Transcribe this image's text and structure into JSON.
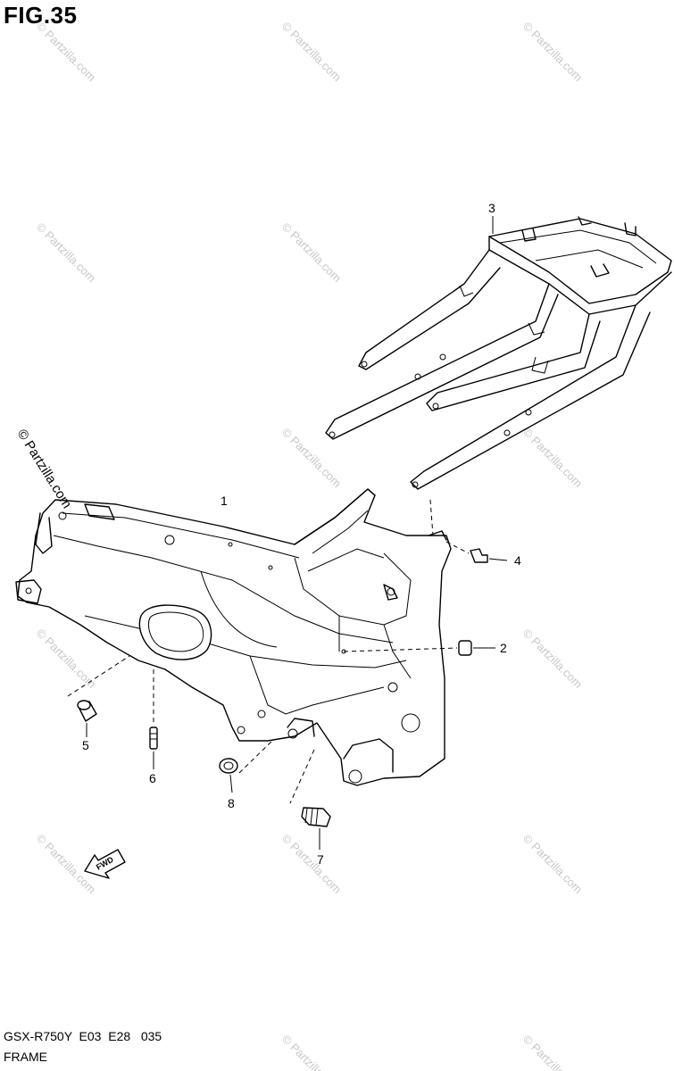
{
  "figure": {
    "title": "FIG.35",
    "model_code": "GSX-R750Y  E03  E28   035",
    "name": "FRAME"
  },
  "watermark": {
    "text": "© Partzilla.com",
    "side_text": "© Partzilla.com"
  },
  "callouts": [
    {
      "id": "1",
      "label": "1",
      "part": "frame"
    },
    {
      "id": "2",
      "label": "2",
      "part": "cap"
    },
    {
      "id": "3",
      "label": "3",
      "part": "seat-rail"
    },
    {
      "id": "4",
      "label": "4",
      "part": "bolt"
    },
    {
      "id": "5",
      "label": "5",
      "part": "bushing"
    },
    {
      "id": "6",
      "label": "6",
      "part": "pin"
    },
    {
      "id": "7",
      "label": "7",
      "part": "plug"
    },
    {
      "id": "8",
      "label": "8",
      "part": "cap"
    }
  ],
  "fwd_arrow": {
    "label": "FWD"
  }
}
